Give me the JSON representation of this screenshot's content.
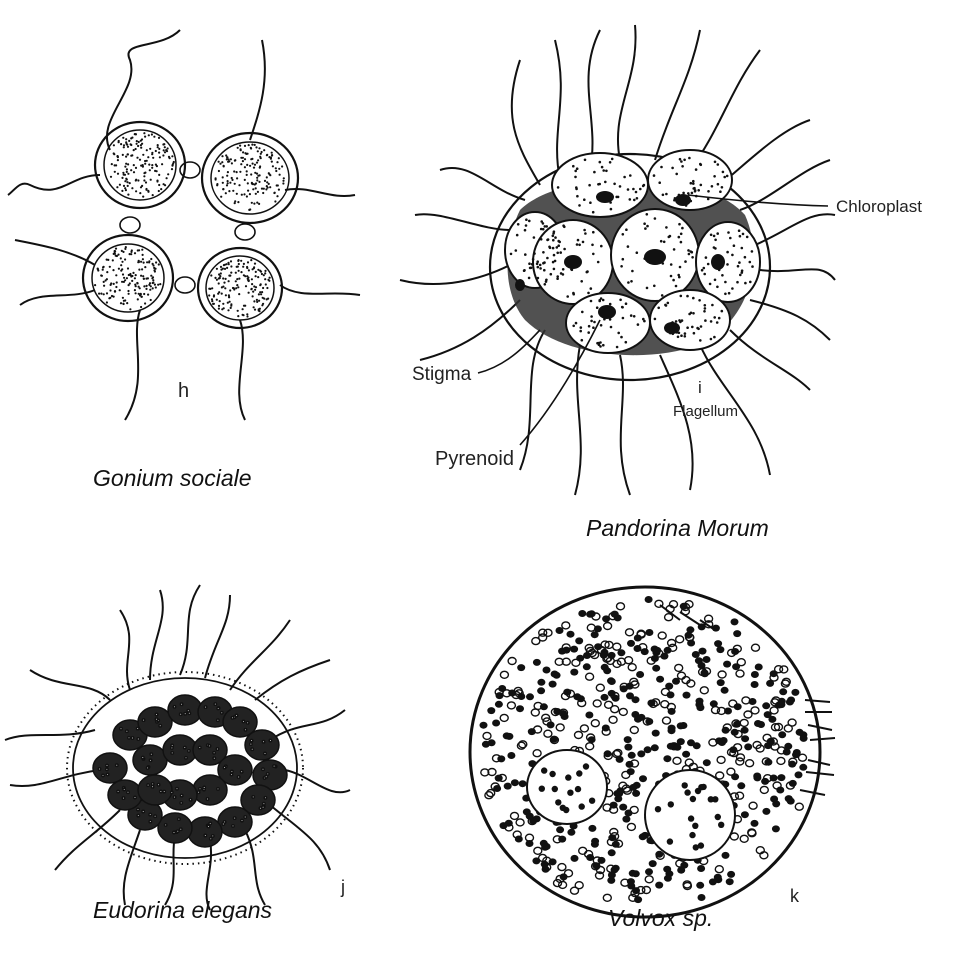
{
  "panels": {
    "gonium": {
      "letter": "h",
      "caption": "Gonium sociale"
    },
    "pandorina": {
      "letter": "i",
      "caption": "Pandorina Morum",
      "labels": {
        "chloroplast": "Chloroplast",
        "stigma": "Stigma",
        "pyrenoid": "Pyrenoid",
        "flagellum": "Flagellum"
      }
    },
    "eudorina": {
      "letter": "j",
      "caption": "Eudorina elegans"
    },
    "volvox": {
      "letter": "k",
      "caption": "Volvox sp."
    }
  }
}
